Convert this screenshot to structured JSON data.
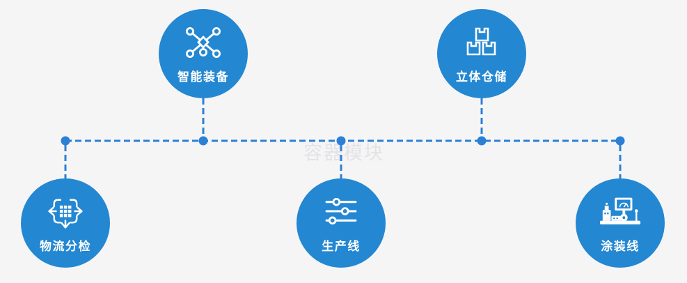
{
  "watermark": "容器模块",
  "colors": {
    "bg": "#f5f5f6",
    "circle-blue": "#2387d2",
    "connector-blue": "#2b80d6",
    "watermark-gray": "#e3e3e6",
    "icon-white": "#ffffff"
  },
  "nodes": [
    {
      "id": "smart-equipment",
      "label": "智能装备",
      "icon": "network-nodes-icon",
      "row": "top"
    },
    {
      "id": "stereo-warehouse",
      "label": "立体仓储",
      "icon": "stacked-boxes-icon",
      "row": "top"
    },
    {
      "id": "logistics-sorting",
      "label": "物流分检",
      "icon": "sorting-arrows-icon",
      "row": "bottom"
    },
    {
      "id": "production-line",
      "label": "生产线",
      "icon": "sliders-icon",
      "row": "bottom"
    },
    {
      "id": "painting-line",
      "label": "涂装线",
      "icon": "control-console-icon",
      "row": "bottom"
    }
  ]
}
